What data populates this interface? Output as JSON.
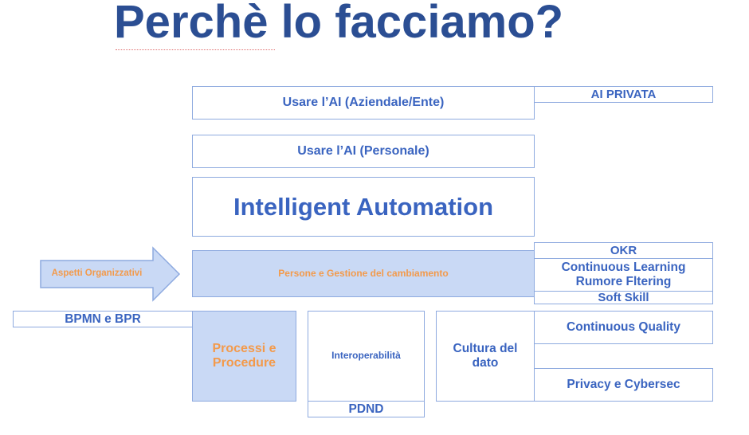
{
  "title": "Perchè lo facciamo?",
  "boxes": {
    "usare_aziendale": "Usare l’AI (Aziendale/Ente)",
    "ai_privata": "AI PRIVATA",
    "usare_personale": "Usare l’AI (Personale)",
    "intelligent_automation": "Intelligent Automation",
    "aspetti": "Aspetti Organizzativi",
    "persone": "Persone e Gestione del cambiamento",
    "okr": "OKR",
    "continuous_learning": "Continuous Learning",
    "rumore": "Rumore Fltering",
    "soft_skill": "Soft Skill",
    "bpmn": "BPMN e BPR",
    "processi": "Processi e Procedure",
    "interop": "Interoperabilità",
    "pdnd": "PDND",
    "cultura": "Cultura del dato",
    "continuous_quality": "Continuous Quality",
    "privacy": "Privacy e Cybersec"
  }
}
